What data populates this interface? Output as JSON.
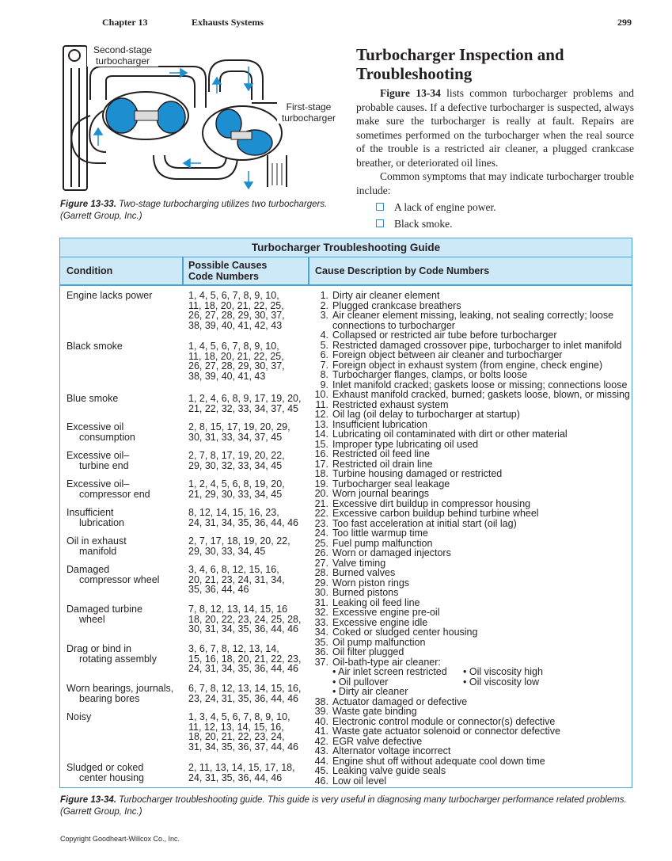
{
  "header": {
    "chapter": "Chapter 13",
    "section": "Exhausts Systems",
    "page": "299"
  },
  "diagram": {
    "label_second": "Second-stage\nturbocharger",
    "label_first": "First-stage\nturbocharger",
    "caption_label": "Figure 13-33.",
    "caption_text": " Two-stage turbocharging utilizes two turbochargers. (Garrett Group, Inc.)"
  },
  "section": {
    "title": "Turbocharger Inspection and Troubleshooting",
    "p1_ref": "Figure 13-34",
    "p1_text": " lists common turbocharger problems and probable causes. If a defective turbocharger is suspected, always make sure the turbocharger is really at fault. Repairs are sometimes performed on the turbocharger when the real source of the trouble is a restricted air cleaner, a plugged crankcase breather, or deteriorated oil lines.",
    "p2": "Common symptoms that may indicate turbocharger trouble include:",
    "symptoms": [
      "A lack of engine power.",
      "Black smoke."
    ]
  },
  "guide": {
    "title": "Turbocharger Troubleshooting Guide",
    "headers": {
      "condition": "Condition",
      "codes": "Possible Causes\nCode Numbers",
      "causes": "Cause Description by Code Numbers"
    },
    "rows": [
      {
        "condition": [
          "Engine lacks power"
        ],
        "codes": [
          "1, 4, 5, 6, 7, 8, 9, 10,",
          "11, 18, 20, 21, 22, 25,",
          "26, 27, 28, 29, 30, 37,",
          "38, 39, 40, 41, 42, 43"
        ]
      },
      {
        "condition": [
          "Black smoke"
        ],
        "codes": [
          "1, 4, 5, 6, 7, 8, 9, 10,",
          "11, 18, 20, 21, 22, 25,",
          "26, 27, 28, 29, 30, 37,",
          "38, 39, 40, 41, 43"
        ]
      },
      {
        "condition": [
          "Blue smoke"
        ],
        "codes": [
          "1, 2, 4, 6, 8, 9, 17, 19, 20,",
          "21, 22, 32, 33, 34, 37, 45"
        ]
      },
      {
        "condition": [
          "Excessive oil",
          "consumption"
        ],
        "codes": [
          "2, 8, 15, 17, 19, 20, 29,",
          "30, 31, 33, 34, 37, 45"
        ]
      },
      {
        "condition": [
          "Excessive oil–",
          "turbine end"
        ],
        "codes": [
          "2, 7, 8, 17, 19, 20, 22,",
          "29, 30, 32, 33, 34, 45"
        ]
      },
      {
        "condition": [
          "Excessive oil–",
          "compressor end"
        ],
        "codes": [
          "1, 2, 4, 5, 6, 8, 19, 20,",
          "21, 29, 30, 33, 34, 45"
        ]
      },
      {
        "condition": [
          "Insufficient",
          "lubrication"
        ],
        "codes": [
          "8, 12, 14, 15, 16, 23,",
          "24, 31, 34, 35, 36, 44, 46"
        ]
      },
      {
        "condition": [
          "Oil in exhaust",
          "manifold"
        ],
        "codes": [
          "2, 7, 17, 18, 19, 20, 22,",
          "29, 30, 33, 34, 45"
        ]
      },
      {
        "condition": [
          "Damaged",
          "compressor wheel"
        ],
        "codes": [
          "3, 4, 6, 8, 12, 15, 16,",
          "20, 21, 23, 24, 31, 34,",
          "35, 36, 44, 46"
        ]
      },
      {
        "condition": [
          "Damaged turbine",
          "wheel"
        ],
        "codes": [
          "7, 8, 12, 13, 14, 15, 16",
          "18, 20, 22, 23, 24, 25, 28,",
          "30, 31, 34, 35, 36, 44, 46"
        ]
      },
      {
        "condition": [
          "Drag or bind in",
          "rotating assembly"
        ],
        "codes": [
          "3, 6, 7, 8, 12, 13, 14,",
          "15, 16, 18, 20, 21, 22, 23,",
          "24, 31, 34, 35, 36, 44, 46"
        ]
      },
      {
        "condition": [
          "Worn bearings, journals,",
          "bearing bores"
        ],
        "codes": [
          "6, 7, 8, 12, 13, 14, 15, 16,",
          "23, 24, 31, 35, 36, 44, 46"
        ]
      },
      {
        "condition": [
          "Noisy"
        ],
        "codes": [
          "1, 3, 4, 5, 6, 7, 8, 9, 10,",
          "11, 12, 13, 14, 15, 16,",
          "18, 20, 21, 22, 23, 24,",
          "31, 34, 35, 36, 37, 44, 46"
        ]
      },
      {
        "condition": [
          "Sludged or coked",
          "center housing"
        ],
        "codes": [
          "2, 11, 13, 14, 15, 17, 18,",
          "24, 31, 35, 36, 44, 46"
        ]
      }
    ],
    "causes": [
      {
        "n": "1.",
        "t": "Dirty air cleaner element"
      },
      {
        "n": "2.",
        "t": "Plugged crankcase breathers"
      },
      {
        "n": "3.",
        "t": "Air cleaner element missing, leaking, not sealing correctly; loose connections to turbocharger"
      },
      {
        "n": "4.",
        "t": "Collapsed or restricted air tube before turbocharger"
      },
      {
        "n": "5.",
        "t": "Restricted damaged crossover pipe, turbocharger to inlet manifold"
      },
      {
        "n": "6.",
        "t": "Foreign object between air cleaner and turbocharger"
      },
      {
        "n": "7.",
        "t": "Foreign object in exhaust system (from engine, check engine)"
      },
      {
        "n": "8.",
        "t": "Turbocharger flanges, clamps, or bolts loose"
      },
      {
        "n": "9.",
        "t": "Inlet manifold cracked; gaskets loose or missing; connections loose"
      },
      {
        "n": "10.",
        "t": "Exhaust manifold cracked, burned; gaskets loose, blown, or missing"
      },
      {
        "n": "11.",
        "t": "Restricted exhaust system"
      },
      {
        "n": "12.",
        "t": "Oil lag (oil delay to turbocharger at startup)"
      },
      {
        "n": "13.",
        "t": "Insufficient lubrication"
      },
      {
        "n": "14.",
        "t": "Lubricating oil contaminated with dirt or other material"
      },
      {
        "n": "15.",
        "t": "Improper type lubricating oil used"
      },
      {
        "n": "16.",
        "t": "Restricted oil feed line"
      },
      {
        "n": "17.",
        "t": "Restricted oil drain line"
      },
      {
        "n": "18.",
        "t": "Turbine housing damaged or restricted"
      },
      {
        "n": "19.",
        "t": "Turbocharger seal leakage"
      },
      {
        "n": "20.",
        "t": "Worn journal bearings"
      },
      {
        "n": "21.",
        "t": "Excessive dirt buildup in compressor housing"
      },
      {
        "n": "22.",
        "t": "Excessive carbon buildup behind turbine wheel"
      },
      {
        "n": "23.",
        "t": "Too fast acceleration at initial start (oil lag)"
      },
      {
        "n": "24.",
        "t": "Too little warmup time"
      },
      {
        "n": "25.",
        "t": "Fuel pump malfunction"
      },
      {
        "n": "26.",
        "t": "Worn or damaged injectors"
      },
      {
        "n": "27.",
        "t": "Valve timing"
      },
      {
        "n": "28.",
        "t": "Burned valves"
      },
      {
        "n": "29.",
        "t": "Worn piston rings"
      },
      {
        "n": "30.",
        "t": "Burned pistons"
      },
      {
        "n": "31.",
        "t": "Leaking oil feed line"
      },
      {
        "n": "32.",
        "t": "Excessive engine pre-oil"
      },
      {
        "n": "33.",
        "t": "Excessive engine idle"
      },
      {
        "n": "34.",
        "t": "Coked or sludged center housing"
      },
      {
        "n": "35.",
        "t": "Oil pump malfunction"
      },
      {
        "n": "36.",
        "t": "Oil filter plugged"
      },
      {
        "n": "37.",
        "t": "Oil-bath-type air cleaner:"
      },
      {
        "n": "38.",
        "t": "Actuator damaged or defective"
      },
      {
        "n": "39.",
        "t": "Waste gate binding"
      },
      {
        "n": "40.",
        "t": "Electronic control module or connector(s) defective"
      },
      {
        "n": "41.",
        "t": "Waste gate actuator solenoid or connector defective"
      },
      {
        "n": "42.",
        "t": "EGR valve defective"
      },
      {
        "n": "43.",
        "t": "Alternator voltage incorrect"
      },
      {
        "n": "44.",
        "t": "Engine shut off without adequate cool down time"
      },
      {
        "n": "45.",
        "t": "Leaking valve guide seals"
      },
      {
        "n": "46.",
        "t": "Low oil level"
      }
    ],
    "sub37": [
      [
        "• Air inlet screen restricted",
        "• Oil viscosity high"
      ],
      [
        "• Oil pullover",
        "• Oil viscosity low"
      ],
      [
        "• Dirty air cleaner",
        ""
      ]
    ]
  },
  "fig34": {
    "label": "Figure 13-34.",
    "text": " Turbocharger troubleshooting guide. This guide is very useful in diagnosing many turbocharger performance related problems. (Garrett Group, Inc.)"
  },
  "copyright": "Copyright Goodheart-Willcox Co., Inc."
}
